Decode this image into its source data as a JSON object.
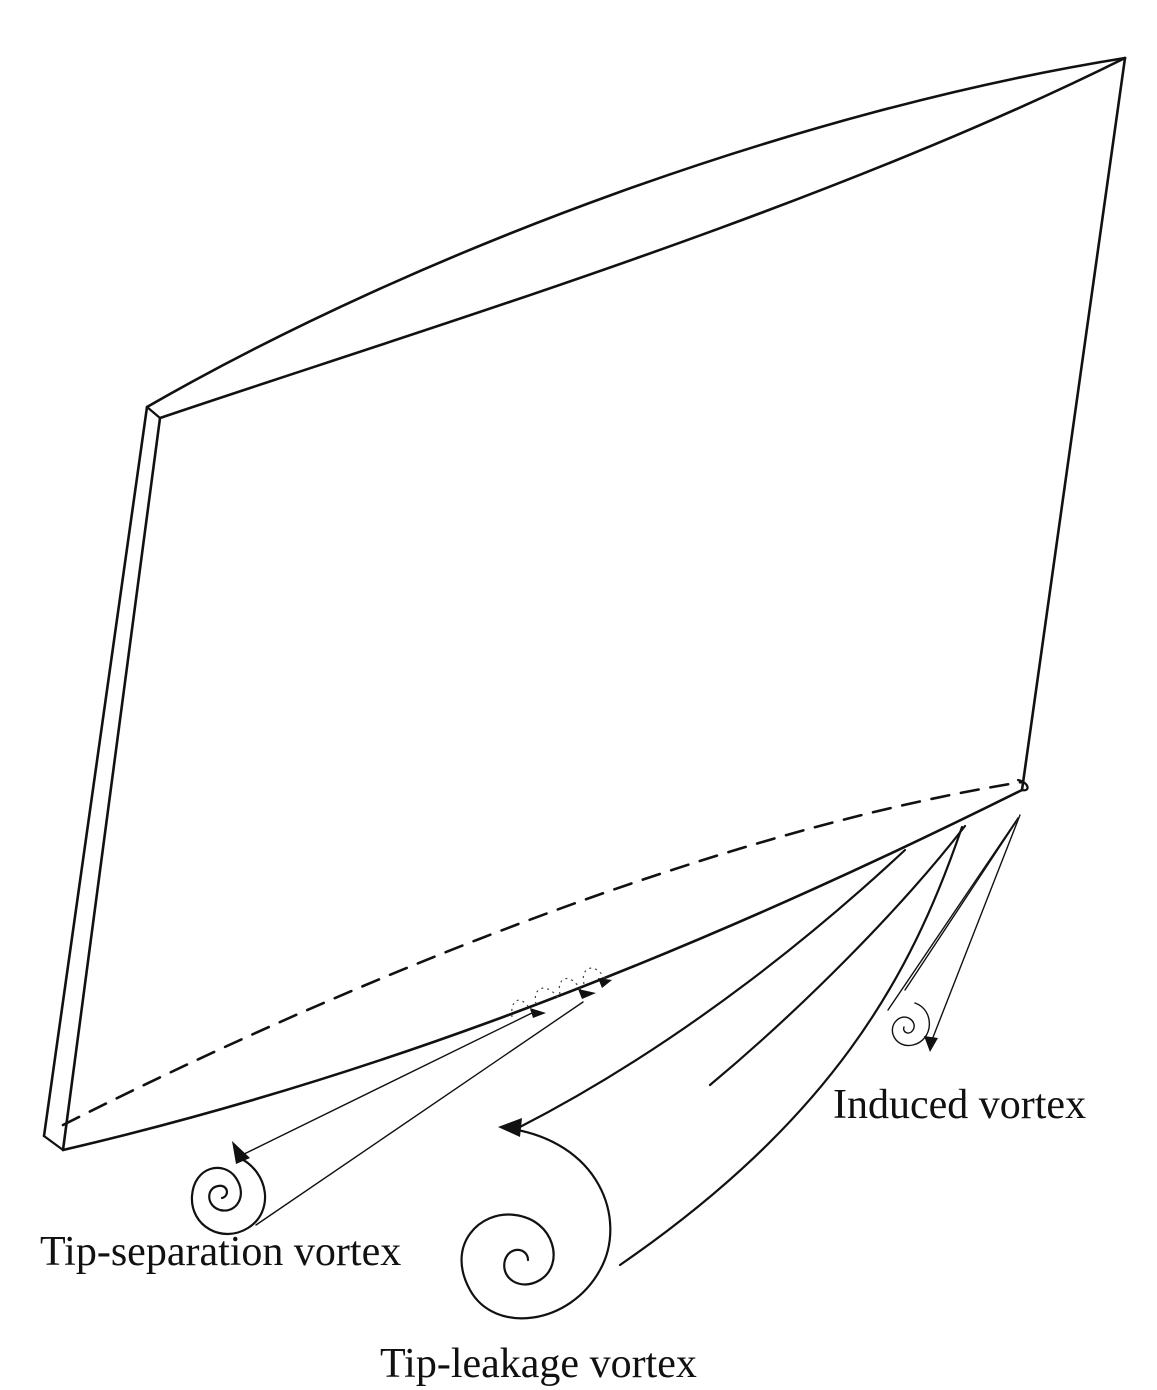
{
  "labels": {
    "induced": "Induced vortex",
    "tip_separation": "Tip-separation vortex",
    "tip_leakage": "Tip-leakage vortex"
  },
  "colors": {
    "line": "#111111",
    "background": "#ffffff"
  }
}
